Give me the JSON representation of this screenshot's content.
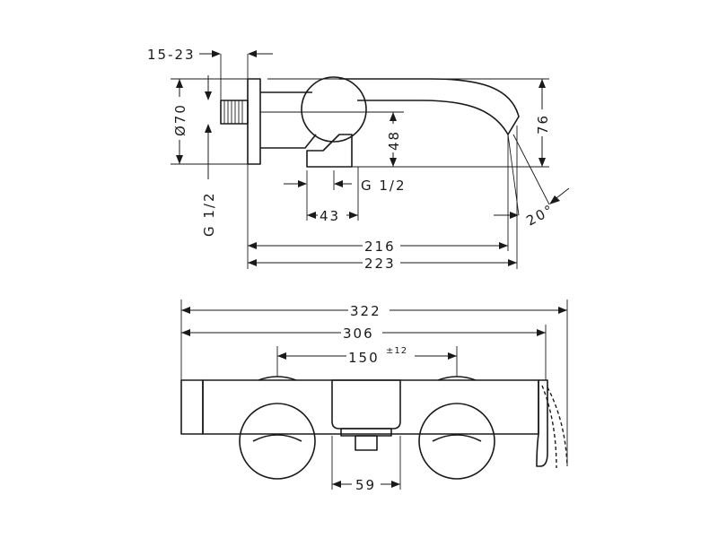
{
  "dimensions": {
    "d15_23": "15-23",
    "d70": "Ø70",
    "g12_side": "G 1/2",
    "g12_outlet": "G 1/2",
    "d48": "48",
    "d76": "76",
    "d43": "43",
    "d20deg": "20°",
    "d216": "216",
    "d223": "223",
    "d322": "322",
    "d306": "306",
    "d150": "150",
    "d150_tol": "±12",
    "d59": "59"
  },
  "colors": {
    "line": "#1a1a1a",
    "background": "#ffffff"
  }
}
